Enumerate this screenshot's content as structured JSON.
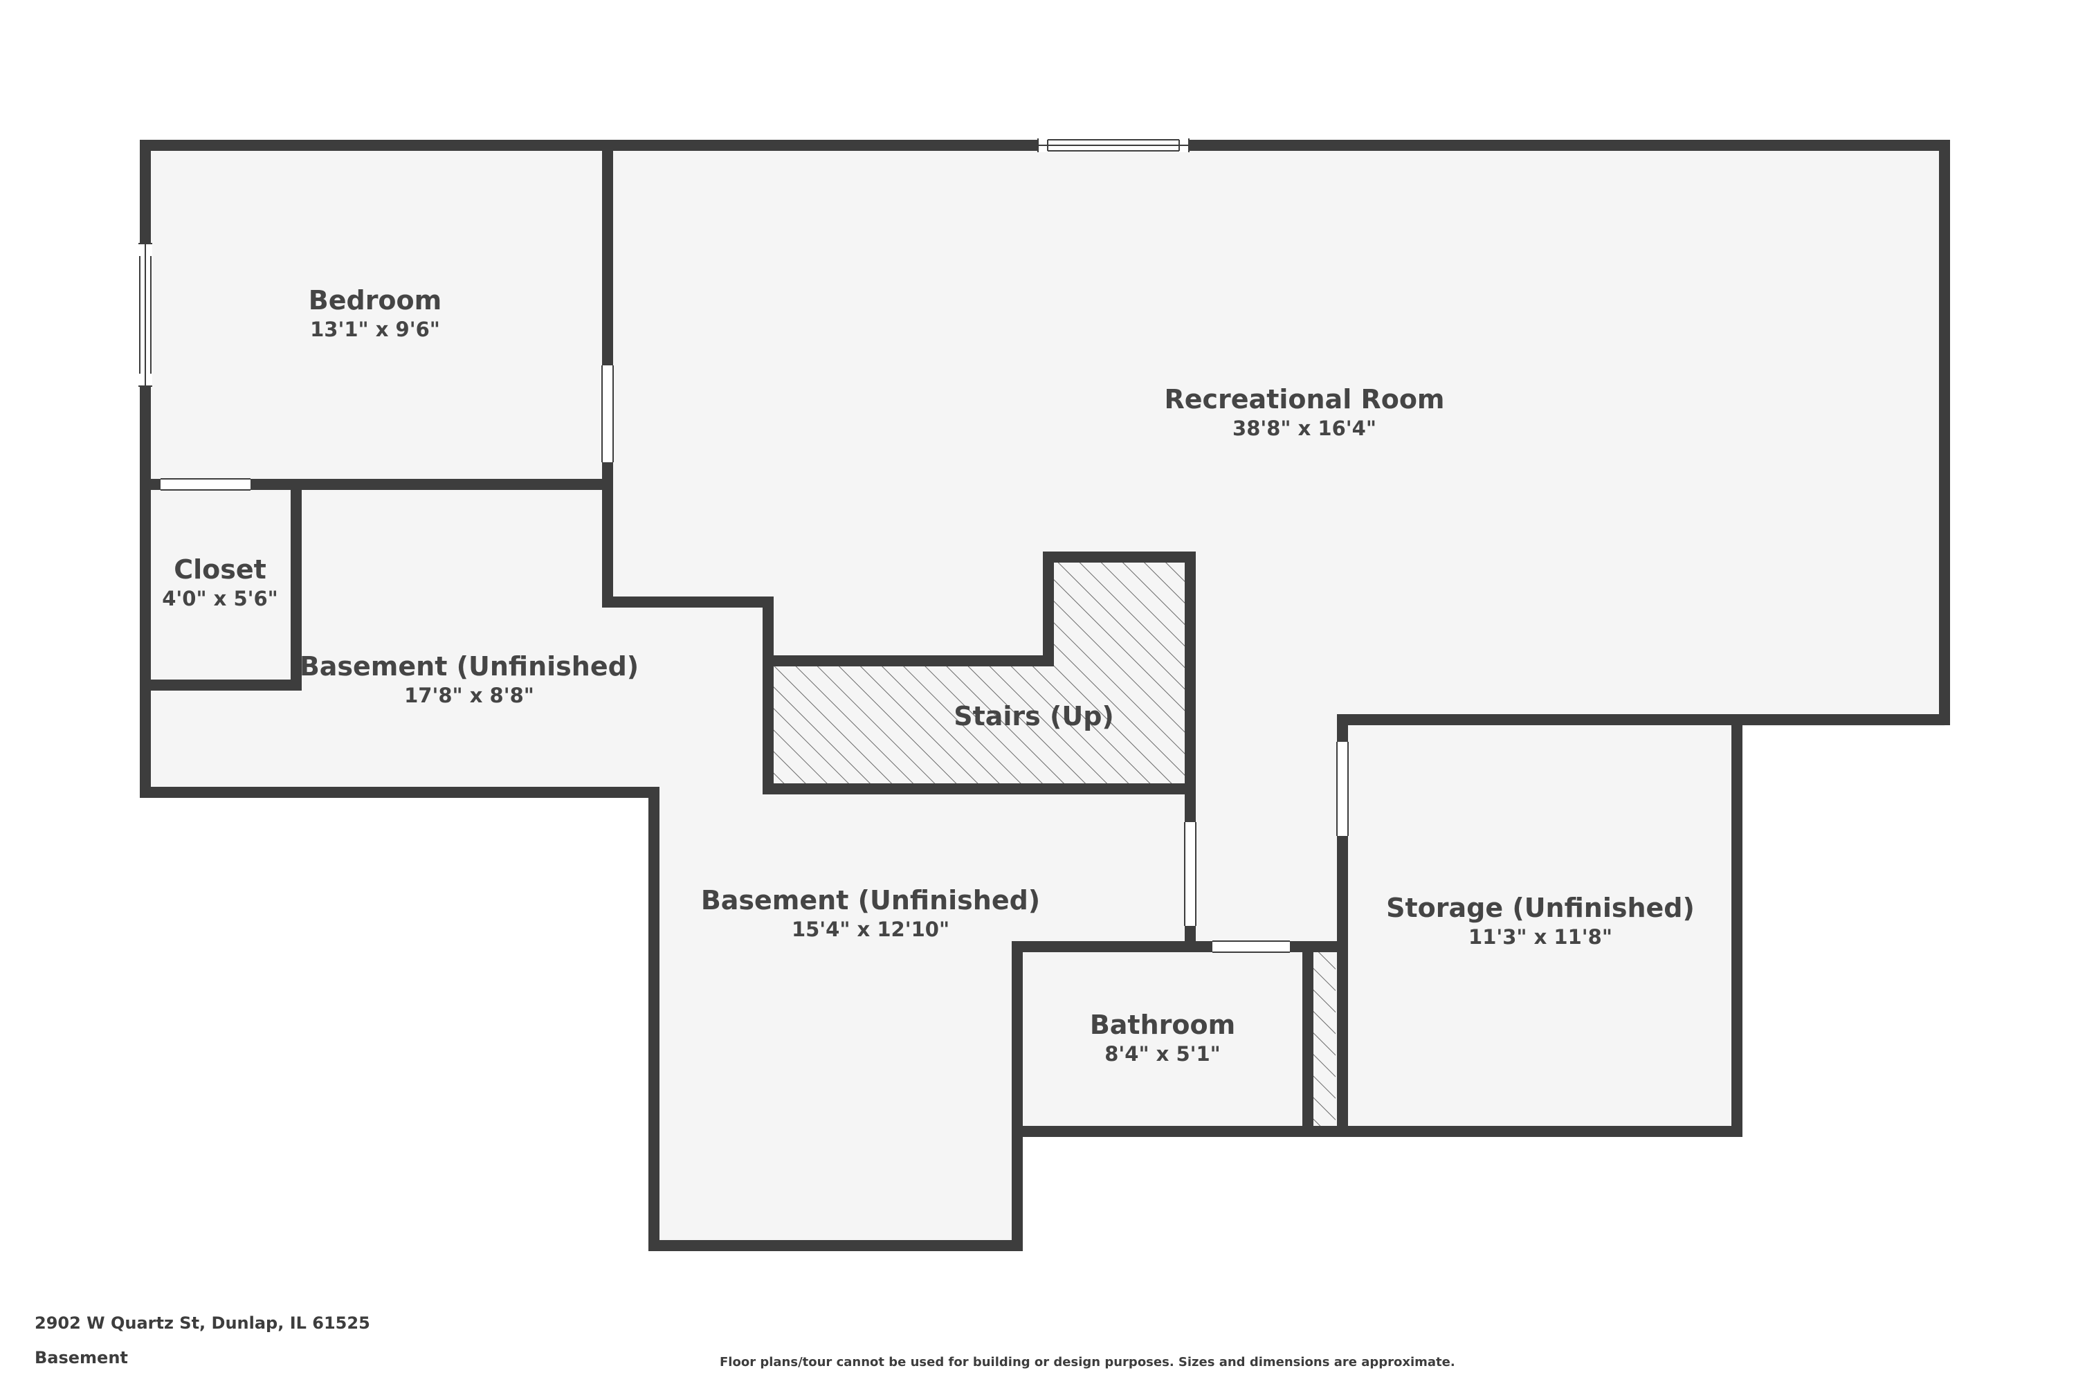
{
  "footer": {
    "address": "2902 W Quartz St, Dunlap, IL 61525",
    "level": "Basement",
    "disclaimer": "Floor plans/tour cannot be used for building or design purposes. Sizes and dimensions are approximate."
  },
  "rooms": [
    {
      "id": "bedroom",
      "name": "Bedroom",
      "dims": "13'1\" x 9'6\""
    },
    {
      "id": "recreational-room",
      "name": "Recreational Room",
      "dims": "38'8\" x 16'4\""
    },
    {
      "id": "closet",
      "name": "Closet",
      "dims": "4'0\" x 5'6\""
    },
    {
      "id": "basement-west",
      "name": "Basement (Unfinished)",
      "dims": "17'8\" x 8'8\""
    },
    {
      "id": "stairs",
      "name": "Stairs (Up)",
      "dims": ""
    },
    {
      "id": "basement-south",
      "name": "Basement (Unfinished)",
      "dims": "15'4\" x 12'10\""
    },
    {
      "id": "storage",
      "name": "Storage (Unfinished)",
      "dims": "11'3\" x 11'8\""
    },
    {
      "id": "bathroom",
      "name": "Bathroom",
      "dims": "8'4\" x 5'1\""
    }
  ],
  "colors": {
    "wall": "#3d3d3d",
    "floor": "#f5f5f5",
    "text": "#454545",
    "background": "#ffffff"
  }
}
